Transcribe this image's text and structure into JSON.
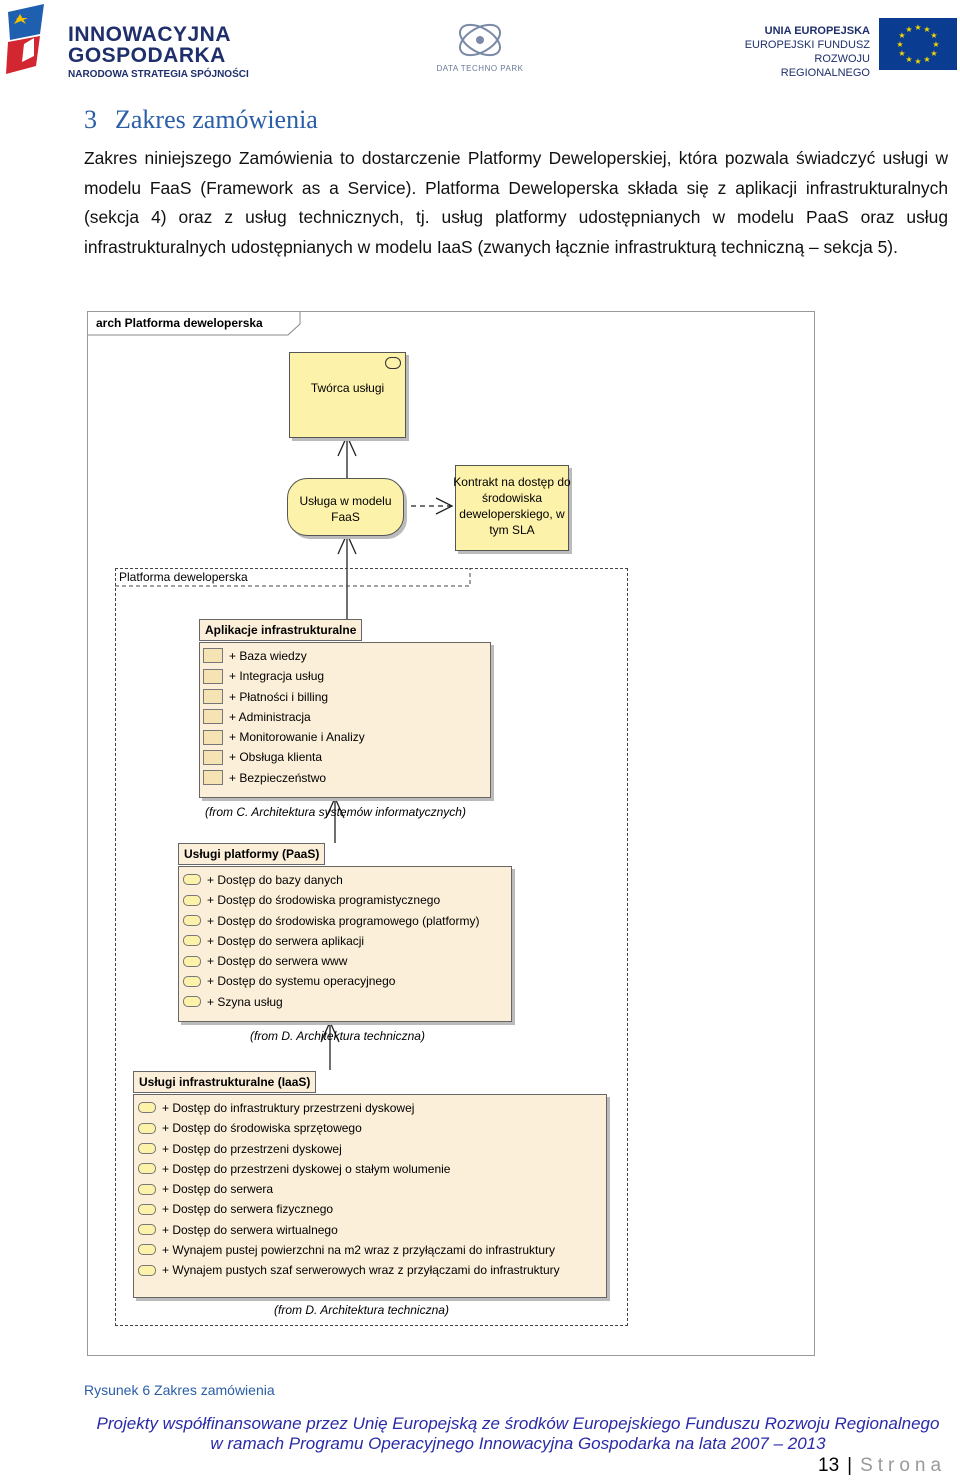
{
  "header": {
    "left_logo": {
      "line1": "INNOWACYJNA",
      "line2": "GOSPODARKA",
      "line3": "NARODOWA STRATEGIA SPÓJNOŚCI"
    },
    "center_logo": {
      "text": "DATA TECHNO PARK"
    },
    "right_logo": {
      "line1": "UNIA EUROPEJSKA",
      "line2": "EUROPEJSKI FUNDUSZ",
      "line3": "ROZWOJU REGIONALNEGO"
    }
  },
  "section": {
    "number": "3",
    "title": "Zakres zamówienia",
    "paragraph": "Zakres niniejszego Zamówienia to dostarczenie Platformy Deweloperskiej, która pozwala świadczyć usługi w modelu FaaS (Framework as a Service). Platforma Deweloperska składa się z aplikacji infrastrukturalnych (sekcja 4) oraz z usług technicznych, tj. usług platformy udostępnianych w modelu PaaS oraz usług infrastrukturalnych udostępnianych w modelu IaaS (zwanych łącznie infrastrukturą techniczną – sekcja 5)."
  },
  "diagram": {
    "frame_title": "arch Platforma deweloperska",
    "actor": "Twórca usługi",
    "service": "Usługa w modelu FaaS",
    "contract": "Kontrakt na dostęp do środowiska deweloperskiego, w tym SLA",
    "platform_label": "Platforma deweloperska",
    "apps": {
      "title": "Aplikacje infrastrukturalne",
      "items": [
        "+ Baza wiedzy",
        "+ Integracja usług",
        "+ Płatności i billing",
        "+ Administracja",
        "+ Monitorowanie i Analizy",
        "+ Obsługa klienta",
        "+ Bezpieczeństwo"
      ],
      "from": "(from C. Architektura systemów informatycznych)"
    },
    "paas": {
      "title": "Usługi platformy (PaaS)",
      "items": [
        "+ Dostęp do bazy danych",
        "+ Dostęp do środowiska programistycznego",
        "+ Dostęp do środowiska programowego (platformy)",
        "+ Dostęp do serwera aplikacji",
        "+ Dostęp do serwera www",
        "+ Dostęp do systemu operacyjnego",
        "+ Szyna usług"
      ],
      "from": "(from D. Architektura techniczna)"
    },
    "iaas": {
      "title": "Usługi infrastrukturalne (IaaS)",
      "items": [
        "+ Dostęp do infrastruktury przestrzeni dyskowej",
        "+ Dostęp do środowiska sprzętowego",
        "+ Dostęp do przestrzeni dyskowej",
        "+ Dostęp do przestrzeni dyskowej o stałym wolumenie",
        "+ Dostęp do serwera",
        "+ Dostęp do serwera fizycznego",
        "+ Dostęp do serwera wirtualnego",
        "+ Wynajem pustej powierzchni na m2 wraz z przyłączami do infrastruktury",
        "+ Wynajem pustych szaf serwerowych wraz z przyłączami do infrastruktury"
      ],
      "from": "(from D. Architektura techniczna)"
    }
  },
  "caption": "Rysunek 6 Zakres zamówienia",
  "footer": {
    "line1": "Projekty współfinansowane przez Unię Europejską ze środków Europejskiego Funduszu Rozwoju Regionalnego",
    "line2": "w ramach Programu Operacyjnego Innowacyjna Gospodarka na lata 2007 – 2013",
    "page_number": "13",
    "page_word": "Strona"
  }
}
